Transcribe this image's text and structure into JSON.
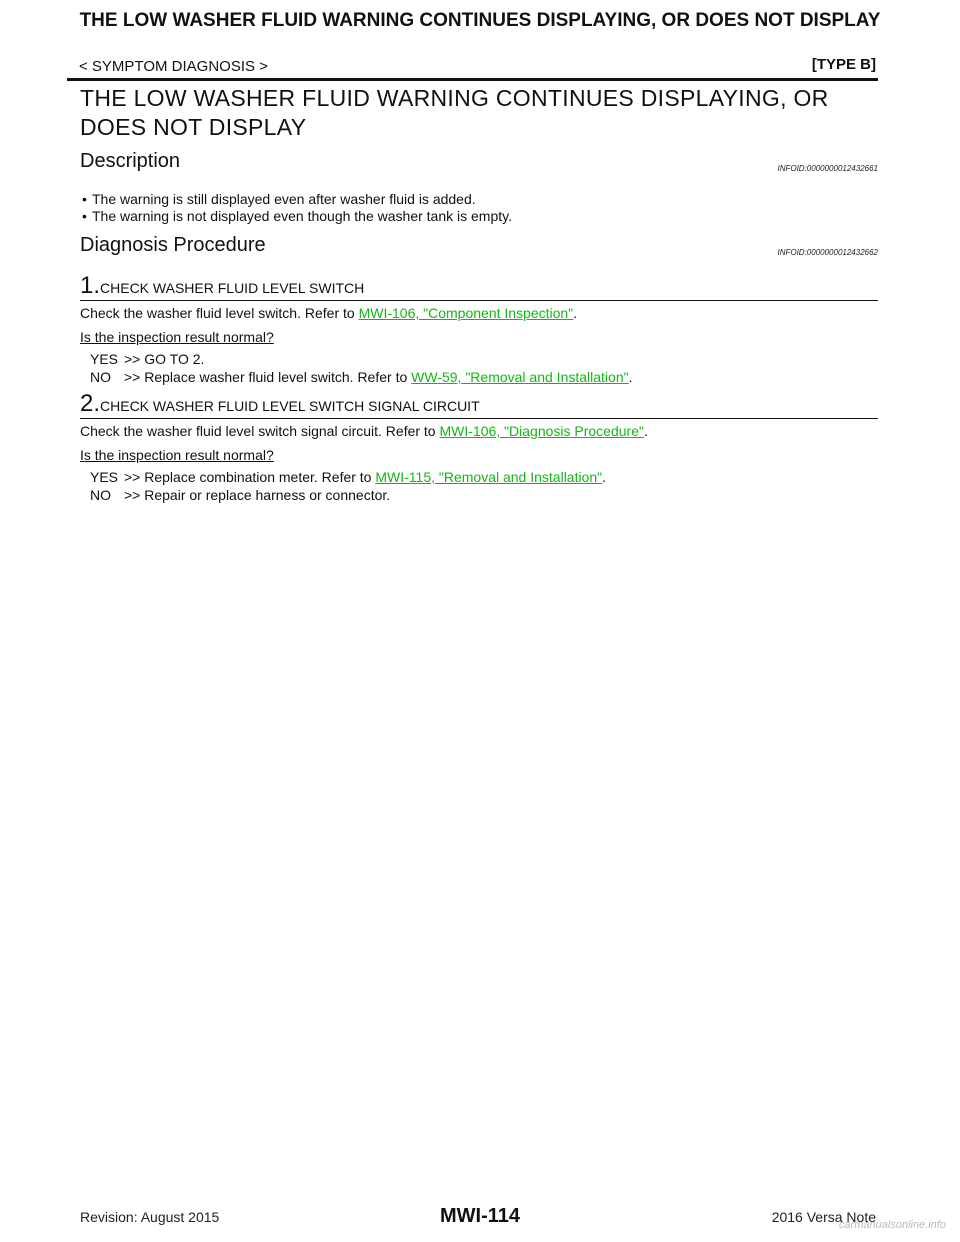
{
  "header": {
    "title": "THE LOW WASHER FLUID WARNING CONTINUES DISPLAYING, OR DOES NOT DISPLAY",
    "breadcrumb": "< SYMPTOM DIAGNOSIS >",
    "type": "[TYPE B]"
  },
  "page_title": "THE LOW WASHER FLUID WARNING CONTINUES DISPLAYING, OR DOES NOT DISPLAY",
  "description": {
    "heading": "Description",
    "infoid": "INFOID:0000000012432661",
    "bullets": [
      "The warning is still displayed even after washer fluid is added.",
      "The warning is not displayed even though the washer tank is empty."
    ]
  },
  "diagnosis": {
    "heading": "Diagnosis Procedure",
    "infoid": "INFOID:0000000012432662",
    "steps": [
      {
        "number": "1.",
        "title": "CHECK WASHER FLUID LEVEL SWITCH",
        "body_prefix": "Check the washer fluid level switch. Refer to ",
        "body_link": "MWI-106, \"Component Inspection\"",
        "body_suffix": ".",
        "question": "Is the inspection result normal?",
        "yes_label": "YES",
        "yes_text": ">> GO TO 2.",
        "yes_link": "",
        "yes_suffix": "",
        "no_label": "NO",
        "no_text": ">> Replace washer fluid level switch. Refer to ",
        "no_link": "WW-59, \"Removal and Installation\"",
        "no_suffix": "."
      },
      {
        "number": "2.",
        "title": "CHECK WASHER FLUID LEVEL SWITCH SIGNAL CIRCUIT",
        "body_prefix": "Check the washer fluid level switch signal circuit. Refer to ",
        "body_link": "MWI-106, \"Diagnosis Procedure\"",
        "body_suffix": ".",
        "question": "Is the inspection result normal?",
        "yes_label": "YES",
        "yes_text": ">> Replace combination meter. Refer to ",
        "yes_link": "MWI-115, \"Removal and Installation\"",
        "yes_suffix": ".",
        "no_label": "NO",
        "no_text": ">> Repair or replace harness or connector.",
        "no_link": "",
        "no_suffix": ""
      }
    ]
  },
  "footer": {
    "revision": "Revision: August 2015",
    "page_number": "MWI-114",
    "model": "2016 Versa Note"
  },
  "watermark": "carmanualsonline.info",
  "colors": {
    "link": "#11b814",
    "text": "#111111"
  }
}
